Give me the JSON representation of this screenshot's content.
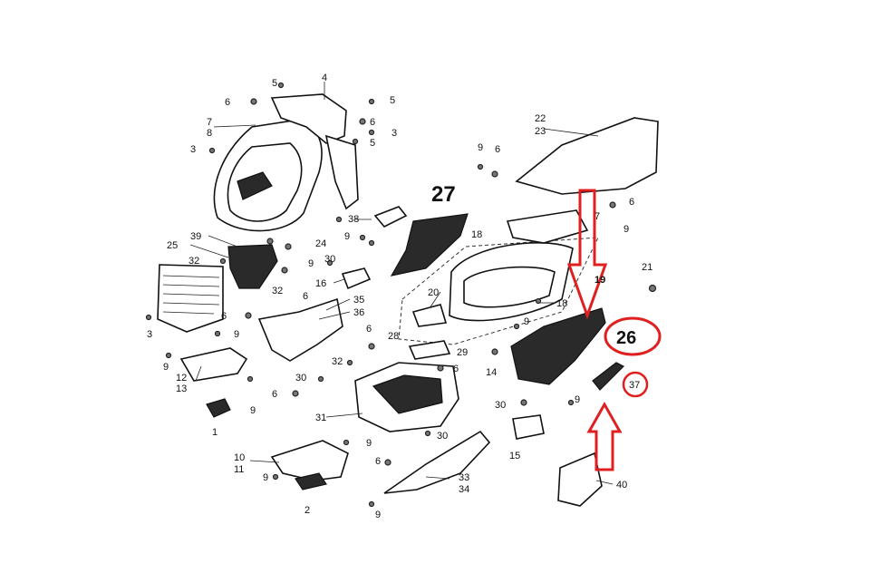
{
  "diagram": {
    "accent_color": "#e02020",
    "callouts": {
      "c1": "1",
      "c2": "2",
      "c3a": "3",
      "c3b": "3",
      "c3c": "3",
      "c4": "4",
      "c5a": "5",
      "c5b": "5",
      "c5c": "5",
      "c6a": "6",
      "c6b": "6",
      "c6c": "6",
      "c6d": "6",
      "c6e": "6",
      "c6f": "6",
      "c6g": "6",
      "c6h": "6",
      "c6i": "6",
      "c7a": "7",
      "c8a": "8",
      "c7b": "7",
      "c9a": "9",
      "c9b": "9",
      "c9c": "9",
      "c9d": "9",
      "c9e": "9",
      "c9f": "9",
      "c9g": "9",
      "c9h": "9",
      "c9i": "9",
      "c9j": "9",
      "c9k": "9",
      "c9l": "9",
      "c10": "10",
      "c11": "11",
      "c12": "12",
      "c13": "13",
      "c14": "14",
      "c15": "15",
      "c16": "16",
      "c18a": "18",
      "c18b": "18",
      "c19": "19",
      "c20": "20",
      "c21": "21",
      "c22": "22",
      "c23": "23",
      "c24": "24",
      "c25": "25",
      "c26": "26",
      "c27": "27",
      "c28": "28",
      "c29": "29",
      "c30a": "30",
      "c30b": "30",
      "c30c": "30",
      "c30d": "30",
      "c31": "31",
      "c32a": "32",
      "c32b": "32",
      "c32c": "32",
      "c33": "33",
      "c34": "34",
      "c35": "35",
      "c36": "36",
      "c37": "37",
      "c38": "38",
      "c39": "39",
      "c40": "40"
    }
  }
}
